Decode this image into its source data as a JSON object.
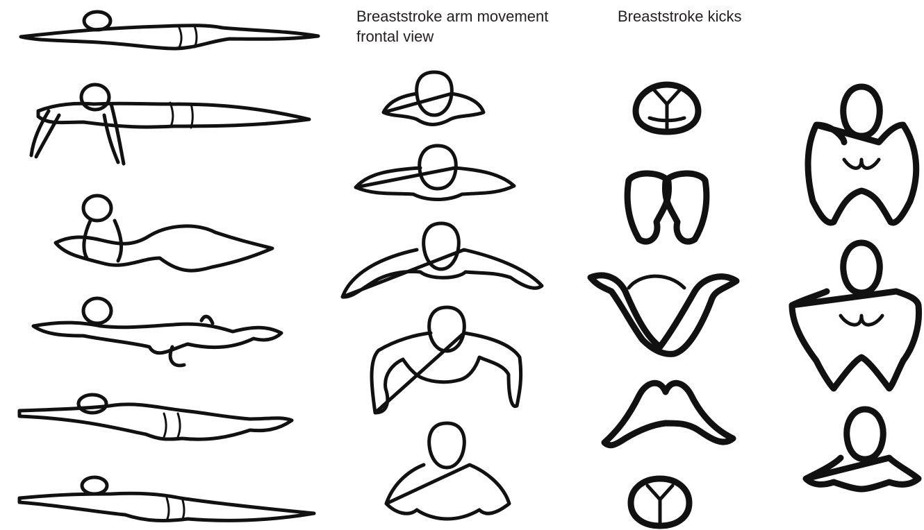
{
  "labels": {
    "arms_title": "Breaststroke arm movement frontal view",
    "kicks_title": "Breaststroke kicks"
  },
  "colors": {
    "ink": "#111111",
    "text": "#231f20",
    "background": "#ffffff"
  },
  "figures": {
    "side_view_count": 6,
    "arm_frontal_count": 5,
    "kick_leg_count": 5,
    "kick_body_count": 3
  }
}
